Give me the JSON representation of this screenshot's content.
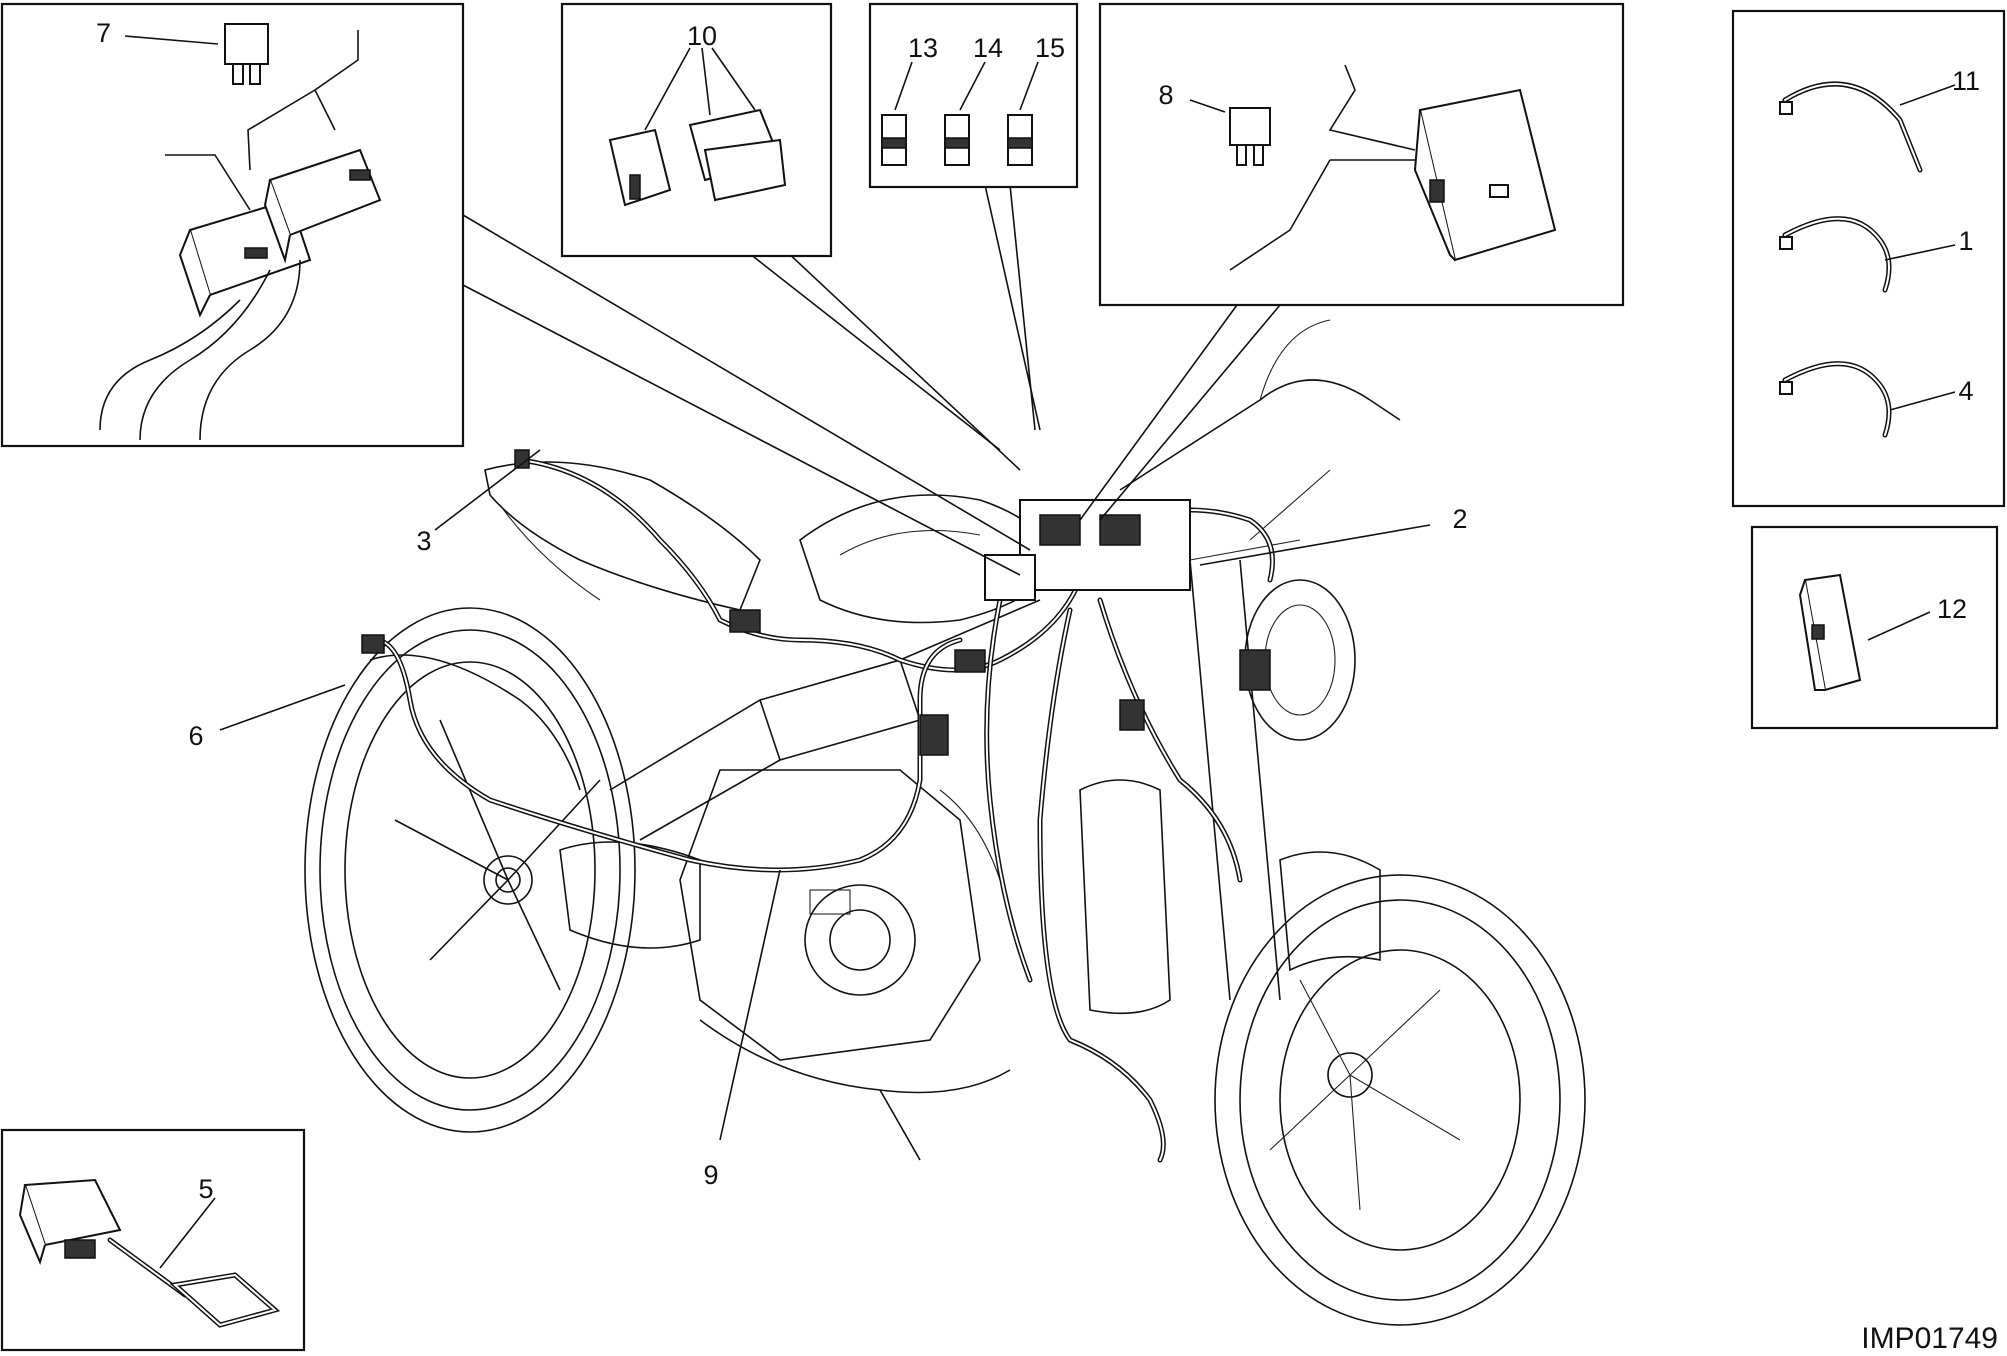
{
  "drawing_code": "IMP01749",
  "callouts": {
    "c1": "1",
    "c2": "2",
    "c3": "3",
    "c4": "4",
    "c5": "5",
    "c6": "6",
    "c7": "7",
    "c8": "8",
    "c9": "9",
    "c10": "10",
    "c11": "11",
    "c12": "12",
    "c13": "13",
    "c14": "14",
    "c15": "15"
  }
}
